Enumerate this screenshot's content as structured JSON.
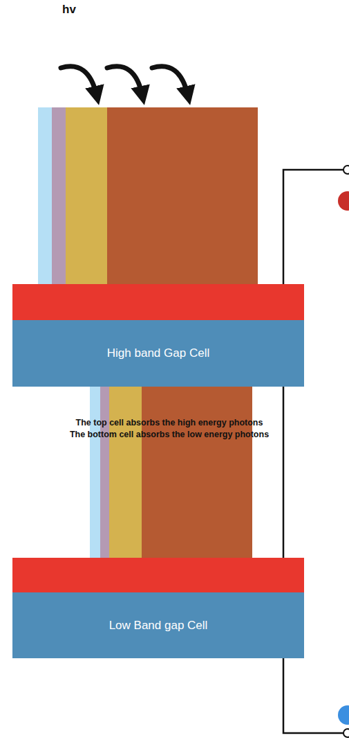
{
  "diagram": {
    "nodes": [
      {
        "text": [
          "High band Gap Cell"
        ]
      },
      {
        "text": [
          "Low Band gap Cell"
        ]
      }
    ],
    "labels": [
      "hv",
      "The top cell absorbs the high energy photons",
      "The bottom cell absorbs the low energy photons"
    ]
  }
}
